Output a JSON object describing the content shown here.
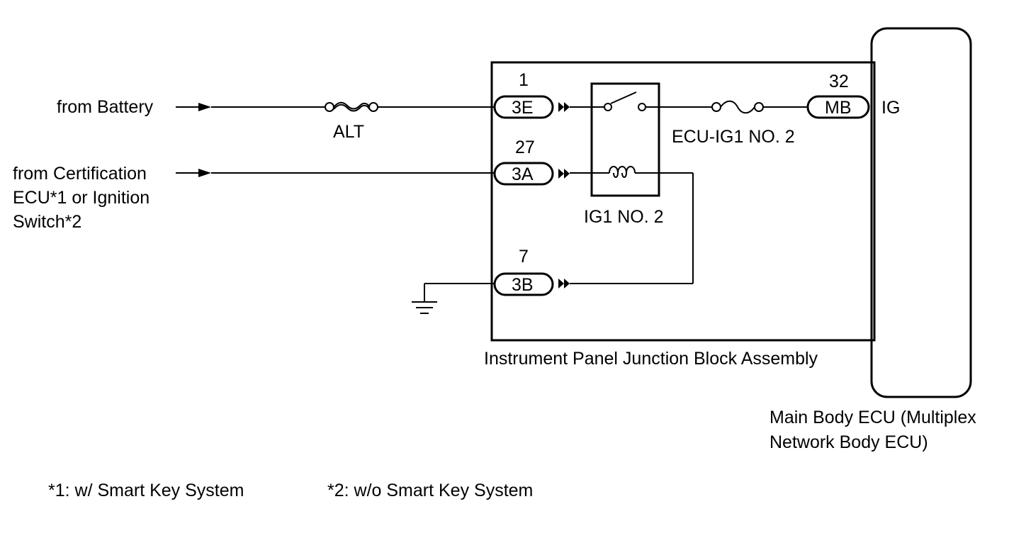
{
  "inputs": {
    "battery": "from Battery",
    "cert_line1": "from Certification",
    "cert_line2": "ECU*1 or Ignition",
    "cert_line3": "Switch*2"
  },
  "fuses": {
    "alt": "ALT",
    "ecu_ig1": "ECU-IG1 NO. 2"
  },
  "relay": {
    "name": "IG1 NO. 2"
  },
  "connectors": [
    {
      "pin": "1",
      "code": "3E"
    },
    {
      "pin": "27",
      "code": "3A"
    },
    {
      "pin": "7",
      "code": "3B"
    },
    {
      "pin": "32",
      "code": "MB"
    }
  ],
  "junction_block": {
    "name": "Instrument Panel Junction Block Assembly"
  },
  "ecu": {
    "terminal": "IG",
    "name_line1": "Main Body ECU (Multiplex",
    "name_line2": "Network Body ECU)"
  },
  "notes": {
    "note1": "*1: w/ Smart Key System",
    "note2": "*2: w/o Smart Key System"
  }
}
